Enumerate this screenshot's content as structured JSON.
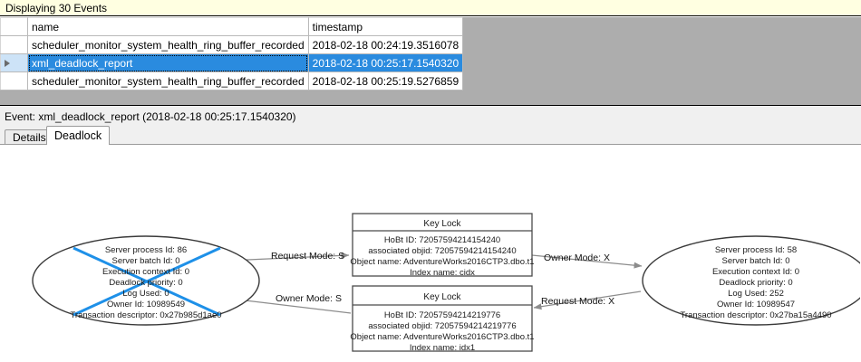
{
  "banner": {
    "text": "Displaying 30 Events"
  },
  "grid": {
    "columns": [
      "",
      "name",
      "timestamp"
    ],
    "rows": [
      {
        "marker": "",
        "name": "scheduler_monitor_system_health_ring_buffer_recorded",
        "timestamp": "2018-02-18 00:24:19.3516078",
        "selected": false
      },
      {
        "marker": "▶",
        "name": "xml_deadlock_report",
        "timestamp": "2018-02-18 00:25:17.1540320",
        "selected": true
      },
      {
        "marker": "",
        "name": "scheduler_monitor_system_health_ring_buffer_recorded",
        "timestamp": "2018-02-18 00:25:19.5276859",
        "selected": false
      }
    ]
  },
  "event_header": {
    "text": "Event: xml_deadlock_report (2018-02-18 00:25:17.1540320)"
  },
  "tabs": [
    {
      "label": "Details",
      "active": false
    },
    {
      "label": "Deadlock",
      "active": true
    }
  ],
  "deadlock_graph": {
    "processes": [
      {
        "id": "left-process",
        "is_victim": true,
        "lines": [
          "Server process Id: 86",
          "Server batch Id: 0",
          "Execution context Id: 0",
          "Deadlock priority: 0",
          "Log Used: 0",
          "Owner Id: 10989549",
          "Transaction descriptor: 0x27b985d1ae0"
        ]
      },
      {
        "id": "right-process",
        "is_victim": false,
        "lines": [
          "Server process Id: 58",
          "Server batch Id: 0",
          "Execution context Id: 0",
          "Deadlock priority: 0",
          "Log Used: 252",
          "Owner Id: 10989547",
          "Transaction descriptor: 0x27ba15a4490"
        ]
      }
    ],
    "resources": [
      {
        "id": "top-key-lock",
        "title": "Key Lock",
        "lines": [
          "HoBt ID: 72057594214154240",
          "associated objid: 72057594214154240",
          "Object name: AdventureWorks2016CTP3.dbo.t1",
          "Index name: cidx"
        ]
      },
      {
        "id": "bottom-key-lock",
        "title": "Key Lock",
        "lines": [
          "HoBt ID: 72057594214219776",
          "associated objid: 72057594214219776",
          "Object name: AdventureWorks2016CTP3.dbo.t1",
          "Index name: idx1"
        ]
      }
    ],
    "edges": [
      {
        "id": "edge-left-request",
        "label": "Request Mode: S"
      },
      {
        "id": "edge-left-owner",
        "label": "Owner Mode: S"
      },
      {
        "id": "edge-right-owner",
        "label": "Owner Mode: X"
      },
      {
        "id": "edge-right-request",
        "label": "Request Mode: X"
      }
    ],
    "colors": {
      "victim_x": "#1e90e8",
      "shape_stroke": "#3a3a3a",
      "edge": "#8c8c8c"
    }
  }
}
